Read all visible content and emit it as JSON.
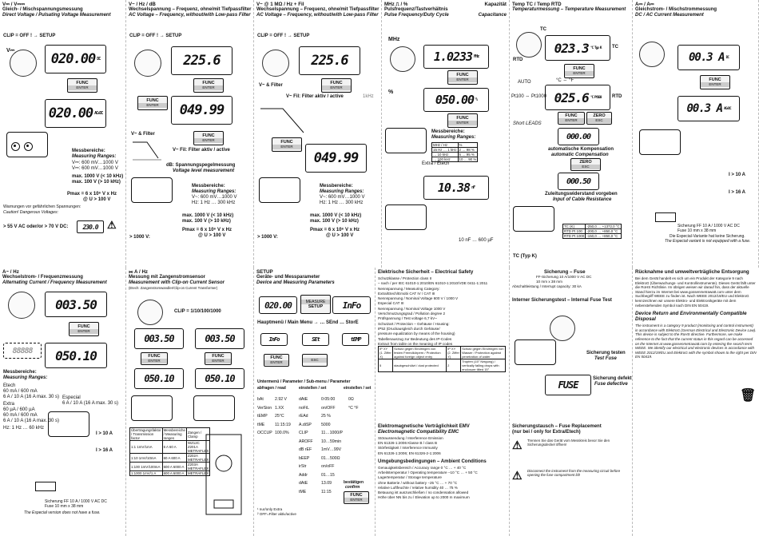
{
  "panels": {
    "p1": {
      "title": "V⎓ / V⎓⎓",
      "line1": "Gleich- / Mischspannungsmessung",
      "line2": "Direct Voltage / Pulsating Voltage Measurement",
      "clip": "CLIP = OFF ! → SETUP",
      "lcd1": "020.00",
      "lcd1_unit": "DC",
      "lcd2": "020.00",
      "lcd2_unit": "AC+DC",
      "func": "FUNC",
      "enter": "ENTER",
      "ranges_de": "Messbereiche:",
      "ranges_en": "Measuring Ranges:",
      "r1": "V⎓: 600 mV…1000 V",
      "r2": "V⎓: 600 mV…1000 V",
      "r3": "max. 1000 V (< 10 kHz)",
      "r4": "max. 100 V (> 10 kHz)",
      "r5": "Pmax = 6 x 10⁶ V x Hz",
      "r6": "@ U > 100 V",
      "warn1": "Warnungen vor gefährlichen Spannungen:",
      "warn2": "Caution! Dangerous Voltages:",
      "warn3": "> 55 V AC oder/or > 70 V DC:",
      "warn_lcd": "230.0",
      "v_label": "V⎓"
    },
    "p2": {
      "title": "V~ / Hz / dB",
      "line1": "Wechselspannung – Frequenz, ohne/mit Tiefpassfilter",
      "line2": "AC Voltage – Frequency, without/with Low-pass Filter",
      "clip": "CLIP = OFF ! → SETUP",
      "lcd1": "225.6",
      "lcd2": "049.99",
      "func": "FUNC",
      "enter": "ENTER",
      "filter": "V~ & Filter",
      "filter_active": "V~ Fil: Filter aktiv / active",
      "db_de": "dB: Spannungspegelmessung",
      "db_en": "Voltage level measurement",
      "ranges_de": "Messbereiche:",
      "ranges_en": "Measuring Ranges:",
      "r1": "V~: 600 mV…1000 V",
      "r2": "Hz: 1 Hz … 300 kHz",
      "r3": "max. 1000 V (< 10 kHz)",
      "r4": "max. 100 V (> 10 kHz)",
      "r5": "Pmax = 6 x 10⁶ V x Hz",
      "r6": "@ U > 100 V",
      "warn": "> 1000 V:"
    },
    "p3": {
      "title": "V~ @ 1 MΩ / Hz + Fil",
      "line1": "Wechselspannung – Frequenz, ohne/mit Tiefpassfilter",
      "line2": "AC Voltage – Frequency, without/with Low-pass Filter",
      "clip": "CLIP = OFF ! → SETUP",
      "lcd1": "225.6",
      "lcd2": "049.99",
      "func": "FUNC",
      "enter": "ENTER",
      "filter": "V~ & Filter",
      "filter_active": "V~ Fil: Filter aktiv / active",
      "khz": "1kHz",
      "ranges_de": "Messbereiche:",
      "ranges_en": "Measuring Ranges:",
      "r1": "V~: 600 mV…1000 V",
      "r2": "Hz: 1 Hz … 300 kHz",
      "r3": "max. 1000 V (< 10 kHz)",
      "r4": "max. 100 V (> 10 kHz)",
      "r5": "Pmax = 6 x 10⁶ V x Hz",
      "r6": "@ U > 100 V",
      "warn": "> 1000 V:"
    },
    "p4": {
      "title": "MHz ⎍ / %",
      "title_right": "Kapazität",
      "line1": "Pulsfrequenz/Tastverhältnis",
      "line2": "Pulse Frequency/Duty Cycle",
      "line2_right": "Capacitance",
      "lcd1": "1.0233",
      "lcd1_unit": "MHz",
      "lcd2": "050.00",
      "lcd2_unit": "%",
      "func": "FUNC",
      "enter": "ENTER",
      "ranges_de": "Messbereiche:",
      "ranges_en": "Measuring Ranges:",
      "table_head": [
        "MHz / Hz",
        "%"
      ],
      "table_rows": [
        [
          "15 Hz … 1 kHz",
          "2 … 98 %"
        ],
        [
          "… 10 kHz",
          "5 … 95 %"
        ],
        [
          "… 100 kHz",
          "10 … 90 %"
        ]
      ],
      "extra": "Extra / Etech",
      "lcd3": "10.38",
      "lcd3_unit": "nF",
      "cap_range": "10 nF … 600 µF",
      "lbl_mhz": "MHz",
      "lbl_pct": "%"
    },
    "p5": {
      "title": "Temp TC / Temp RTD",
      "line1": "Temperaturmessung – Temperature Measurement",
      "tc": "TC",
      "rtd": "RTD",
      "lcd1": "023.3",
      "lcd1_unit": "°C Typ K",
      "lcd2": "025.6",
      "lcd2_unit": "°C Pt100",
      "func": "FUNC",
      "enter": "ENTER",
      "zero": "ZERO",
      "esc": "ESC",
      "temp_units": "°C ⇔ °F",
      "pt": "Pt100 ⇔ Pt1000",
      "auto": "AUTO",
      "short": "Short LEADS",
      "lcd3": "000.00",
      "comp_de": "automatische Kompensation",
      "comp_en": "automatic Compensation",
      "lcd4": "000.50",
      "lead_de": "Zuleitungswiderstand vorgeben",
      "lead_en": "Input of Cable Resistance",
      "tc_label": "TC (Typ K)",
      "tbl": [
        [
          "TC (K)",
          "-250,0 … +1372,0 °C"
        ],
        [
          "RTD Pt 100",
          "-200,0 … +850,0 °C"
        ],
        [
          "RTD Pt 1000",
          "-150,0 … +850,0 °C"
        ]
      ]
    },
    "p6": {
      "title": "A⎓ / A⎓",
      "line1": "Gleichstrom- / Mischstrommessung",
      "line2": "DC / AC Current Measurement",
      "lcd1": "00.3 A",
      "lcd1_unit": "DC",
      "lcd2": "00.3 A",
      "lcd2_unit": "AC+DC",
      "func": "FUNC",
      "enter": "ENTER",
      "i10": "I > 10 A",
      "i16": "I > 16 A",
      "fuse": "Sicherung FF 10 A / 1000 V AC DC",
      "fuse2": "Fuse   10 mm x 38 mm",
      "note_de": "Die Especial-Variante hat keine Sicherung.",
      "note_en": "The Especial variant is not equipped with a fuse."
    },
    "p7": {
      "title": "A~ / Hz",
      "line1": "Wechselstrom- / Frequenzmessung",
      "line2": "Alternating Current / Frequency Measurement",
      "lcd1": "003.50",
      "lcd2": "050.10",
      "func": "FUNC",
      "enter": "ENTER",
      "ranges_de": "Messbereiche:",
      "ranges_en": "Measuring Ranges:",
      "etech": "Etech",
      "etech_r1": "60 mA / 600 mA",
      "etech_r2": "6 A / 10 A (16 A max. 30 s)",
      "extra": "Extra",
      "extra_r1": "60 µA / 600 µA",
      "extra_r2": "60 mA / 600 mA",
      "extra_r3": "6 A / 10 A (16 A max. 30 s)",
      "hz": "Hz: 1 Hz … 60 kHz",
      "especial": "Especial",
      "especial_r": "6 A / 10 A (16 A max. 30 s)",
      "i10": "I > 10 A",
      "i16": "I > 16 A",
      "fuse": "Sicherung FF 10 A / 1000 V AC DC",
      "fuse2": "Fuse   10 mm x 38 mm",
      "note_en": "The Especial version does not have a fuse."
    },
    "p8": {
      "title": "⫘ A / Hz",
      "line1": "Messung mit Zangenstromsensor",
      "line2": "Measurement with Clip-on Current Sensor",
      "line3": "(Etech: Zangenstromwandler/Clip-on Current Transformer)",
      "clip": "CLIP = 1/10/100/1000",
      "lcd1": "003.50",
      "lcd2": "050.10",
      "func": "FUNC",
      "enter": "ENTER",
      "tbl_head": [
        "Übertragungsfaktor / Transmission factor",
        "Messbereiche / Measuring ranges",
        "Zangen / Clamp"
      ],
      "tbl_rows": [
        [
          "1:1 1mV/1mA",
          "6 A  60 A",
          "WZ12C Z201A METRAFLEX"
        ],
        [
          "1:10 1mV/10mA",
          "60 A  600 A",
          "Z202A METRAFLEX"
        ],
        [
          "1:100 1mV/100mA",
          "600 A  6000 A",
          "Z203A METRAFLEX"
        ],
        [
          "1:1000 1mV/1 A",
          "600 A  6000 A",
          "METRAFLEX"
        ]
      ]
    },
    "p9": {
      "title": "SETUP",
      "line1": "Geräte- und Messparameter",
      "line2": "Device and Measuring Parameters",
      "lcd1": "020.00",
      "lcd2": "InFo",
      "measure": "MEASURE",
      "setup": "SETUP",
      "menu": "Hauptmenü / Main Menu → … SEnd … StorE",
      "items": [
        "InFo",
        "SEt",
        "tEMP"
      ],
      "func": "FUNC",
      "enter": "ENTER",
      "esc": "ESC",
      "sub_de": "Untermenü / Parameter / Sub-menu / Parameter",
      "col1": "abfragen / read",
      "col2": "einstellen / set",
      "col3": "einstellen / set",
      "rows": [
        [
          "bAt",
          "2.92 V",
          "dAtE",
          "0:05:00",
          "0Ω",
          ""
        ],
        [
          "VerSion",
          "1.XX",
          "noFiL",
          "on/OFF",
          "°C",
          "°F"
        ],
        [
          "tEMP",
          "25°C",
          "rEAd",
          "25 %",
          "",
          ""
        ],
        [
          "tME",
          "11:15:19",
          "A.diSP",
          "5000",
          "",
          ""
        ],
        [
          "OCCUP",
          "100.0%",
          "CLIP",
          "11…1000/P",
          "",
          ""
        ],
        [
          "",
          "",
          "AROFF",
          "10…59min",
          "",
          ""
        ],
        [
          "",
          "",
          "dB rEF",
          "1mV…99V",
          "",
          ""
        ],
        [
          "",
          "",
          "bEEP",
          "01…500Ω",
          "",
          ""
        ],
        [
          "",
          "",
          "irStr",
          "on/oFF",
          "",
          ""
        ],
        [
          "",
          "",
          "Addr",
          "01…15",
          "",
          ""
        ],
        [
          "",
          "",
          "dAtE",
          "13.09",
          "",
          ""
        ],
        [
          "",
          "",
          "tME",
          "11:15",
          "",
          ""
        ]
      ],
      "confirm_de": "bestätigen",
      "confirm_en": "confirm",
      "note1": "¹ nur/only Extra",
      "note2": "² OFF=Filter aktiv/active"
    },
    "p10": {
      "title": "Elektrische Sicherheit – Electrical Safety",
      "lines": [
        "Schutzklasse / Protection class                              II",
        "– nach / per IEC 61010-1:2010/EN 61010-1:2010/VDE 0411-1:2011",
        "Nennspannung / Measuring Category:",
        "Extra/Etech/Emobi                          CAT IV / CAT III",
        "Nennspannung / Nominal Voltage              600 V / 1000 V",
        "Especial                                      CAT III",
        "Nennspannung / Nominal Voltage              1000 V",
        "Verschmutzungsgrad / Pollution degree            2",
        "Prüfspannung / Test voltage                    6,7 kV~",
        "Schutzart / Protection – Gehäuse / Housing:",
        "IP52 (Druckausgleich durch Gehäuse/",
        "pressure equalization by means of the housing)",
        "Tabellenauszug zur Bedeutung des IP-Codes",
        "Extract from table on the meaning of IP codes"
      ],
      "ip_head": [
        "IP XY (1. Ziffer X)",
        "Schutz gegen Eindringen von festen Fremdkörpern / Protection against foreign object entry",
        "IP XY (2. Ziffer Y)",
        "Schutz gegen Eindringen von Wasser / Protection against penetration of water"
      ],
      "ip_row": [
        "5",
        "staubgeschützt / dust protected",
        "2",
        "Tropfen (15° Neigung) / vertically falling drops with enclosure tilted 15°"
      ],
      "emc_title1": "Elektromagnetische Verträglichkeit EMV",
      "emc_title2": "Electromagnetic Compatibility EMC",
      "emc_lines": [
        "Störaussendung / Interference Emission",
        "EN 61326-1:2006 Klasse B / class B",
        "Störfestigkeit / Interference Immunity",
        "EN 61326-1:2006; EN 61326-2-1:2006"
      ],
      "amb_title": "Umgebungsbedingungen – Ambient Conditions",
      "amb_lines": [
        "Genauigkeitsbereich / Accuracy range          0 °C … + 40 °C",
        "Arbeitstemperatur / Operating temperature  −10 °C … + 50 °C",
        "Lagertemperatur / Storage temperature",
        "ohne Batterie / without battery             −25 °C … + 70 °C",
        "relative Luftfeuchte / relative humidity       40 … 75 %",
        "Betauung ist auszuschließen / no condensation allowed",
        "Höhe über NN bis zu / Elevation up to 2000 m maximum"
      ]
    },
    "p11": {
      "title": "Sicherung – Fuse",
      "lines": [
        "FF-Sicherung 10 A/1000 V AC DC",
        "10 mm x 38 mm",
        "Abschaltleistung / Interrupt capacity: 30 kA"
      ],
      "test_title": "Interner Sicherungstest – Internal Fuse Test",
      "test_de": "Sicherung testen",
      "test_en": "Test Fuse",
      "lcd": "FUSE",
      "defect_de": "Sicherung defekt",
      "defect_en": "Fuse defective",
      "replace_title1": "Sicherungstausch – Fuse Replacement",
      "replace_title2": "(nur bei / only for Extra/Etech)",
      "replace_lines": [
        "Trennen Sie das Gerät vom Messkreis bevor Sie den Sicherungsdeckel öffnen!",
        "Disconnect the instrument from the measuring circuit before opening the fuse compartment lid!"
      ]
    },
    "p12": {
      "title": "Rücknahme und umweltverträgliche Entsorgung",
      "text_de": "Bei dem Gerät handelt es sich um ein Produkt der Kategorie 9 nach ElektroG (Überwachungs- und Kontrollinstrumente). Dieses Gerät fällt unter die RoHS Richtlinie. Im übrigen weisen wir darauf hin, dass der aktuelle Stand hierzu im Internet bei www.gossenmetrawatt.com unter dem Suchbegriff WEEE zu finden ist. Nach WEEE 2012/19/EU und ElektroG kennzeichnen wir unsere Elektro- und Elektronikgeräte mit dem nebenstehenden Symbol nach DIN EN 50419.",
      "title_en": "Device Return and Environmentally Compatible Disposal",
      "text_en": "The instrument is a category 9 product (monitoring and control instrument) in accordance with ElektroG (German Electrical and Electronic Device Law). This device is subject to the RoHS directive. Furthermore, we make reference to the fact that the current status in this regard can be accessed on the Internet at www.gossenmetrawatt.com by entering the search term WEEE. We identify our electrical and electronic devices in accordance with WEEE 2012/19/EU and ElektroG with the symbol shown to the right per DIN EN 50419."
    }
  }
}
